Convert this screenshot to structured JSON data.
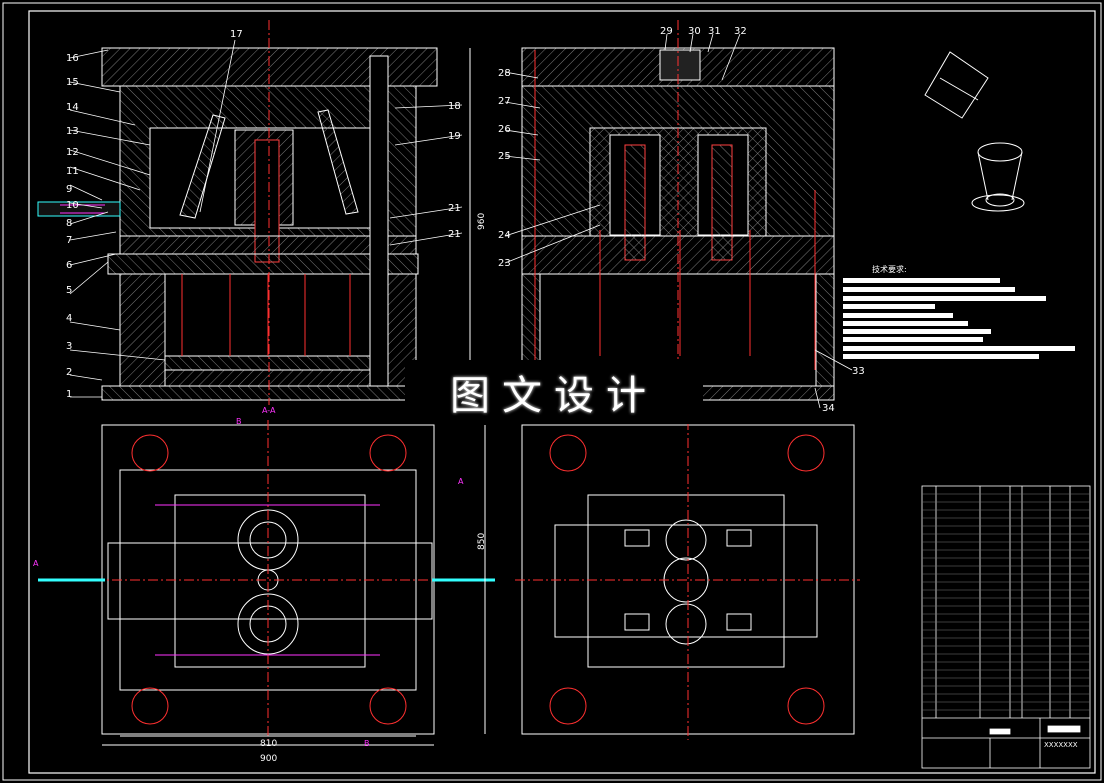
{
  "part_callouts": [
    "1",
    "2",
    "3",
    "4",
    "5",
    "6",
    "7",
    "8",
    "9",
    "10",
    "11",
    "12",
    "13",
    "14",
    "15",
    "16",
    "17",
    "18",
    "19",
    "21",
    "21",
    "23",
    "24",
    "25",
    "26",
    "27",
    "28",
    "29",
    "30",
    "31",
    "32",
    "33",
    "34"
  ],
  "section_labels": {
    "section_title": "A-A",
    "cut_a": "A",
    "cut_b": "B"
  },
  "dimensions": {
    "width_outer": "900",
    "width_inner": "810",
    "height_side": "850",
    "height_main": "960"
  },
  "notes": {
    "tech_req_title": "技术要求:",
    "title_block_code": "XXXXXXX"
  },
  "watermark": "图文设计",
  "colors": {
    "background": "#000000",
    "outline": "#ffffff",
    "hatch": "#9a9a9a",
    "centerline": "#ff2a2a",
    "magenta": "#ff33ff",
    "cyan": "#33ffff"
  }
}
